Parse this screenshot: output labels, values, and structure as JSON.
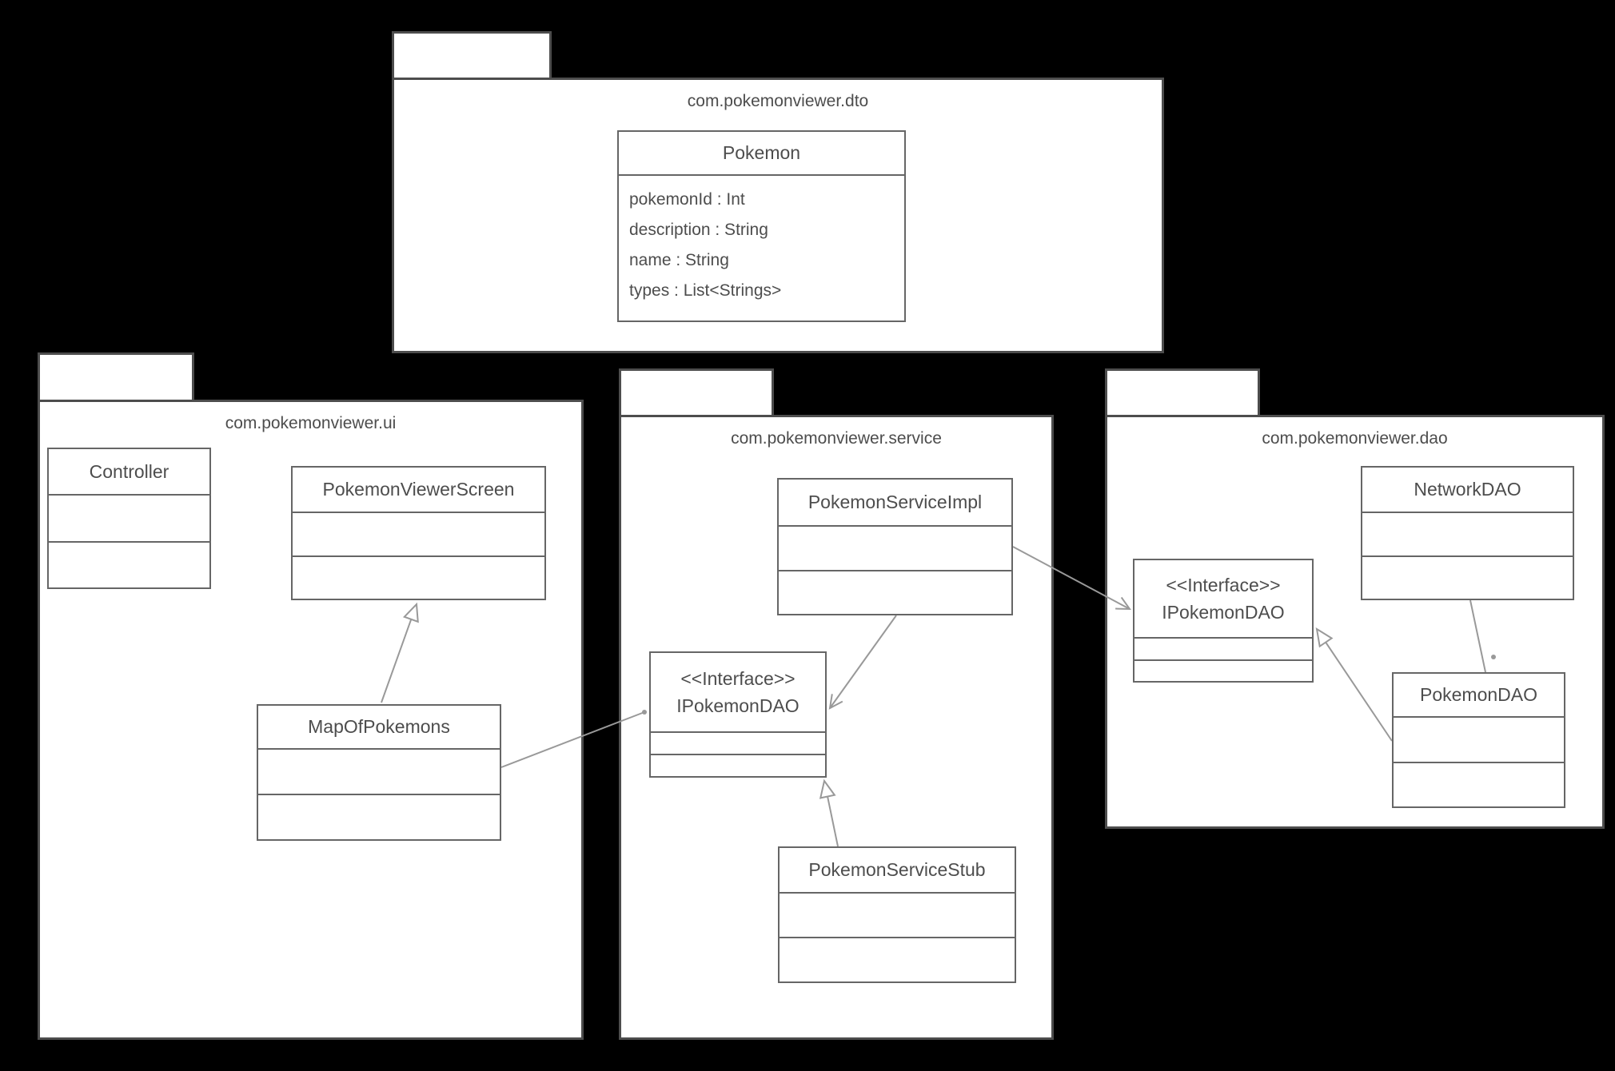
{
  "diagram": {
    "background_color": "#000000",
    "package_fill": "#ffffff",
    "package_border_color": "#4d4d4d",
    "class_border_color": "#666666",
    "text_color": "#4d4d4d",
    "connector_color": "#999999"
  },
  "packages": {
    "dto": {
      "label": "com.pokemonviewer.dto",
      "classes": {
        "pokemon": {
          "name": "Pokemon",
          "attributes": [
            "pokemonId : Int",
            "description : String",
            "name : String",
            "types : List<Strings>"
          ]
        }
      }
    },
    "ui": {
      "label": "com.pokemonviewer.ui",
      "classes": {
        "controller": {
          "name": "Controller"
        },
        "pokemonViewerScreen": {
          "name": "PokemonViewerScreen"
        },
        "mapOfPokemons": {
          "name": "MapOfPokemons"
        }
      }
    },
    "service": {
      "label": "com.pokemonviewer.service",
      "classes": {
        "pokemonServiceImpl": {
          "name": "PokemonServiceImpl"
        },
        "iPokemonDAO": {
          "stereotype": "<<Interface>>",
          "name": "IPokemonDAO"
        },
        "pokemonServiceStub": {
          "name": "PokemonServiceStub"
        }
      }
    },
    "dao": {
      "label": "com.pokemonviewer.dao",
      "classes": {
        "networkDAO": {
          "name": "NetworkDAO"
        },
        "iPokemonDAO": {
          "stereotype": "<<Interface>>",
          "name": "IPokemonDAO"
        },
        "pokemonDAO": {
          "name": "PokemonDAO"
        }
      }
    }
  },
  "relationships": [
    {
      "from": "MapOfPokemons",
      "to": "PokemonViewerScreen",
      "type": "generalization"
    },
    {
      "from": "MapOfPokemons",
      "to": "service.IPokemonDAO",
      "type": "association"
    },
    {
      "from": "PokemonServiceImpl",
      "to": "service.IPokemonDAO",
      "type": "dependency"
    },
    {
      "from": "PokemonServiceStub",
      "to": "service.IPokemonDAO",
      "type": "realization"
    },
    {
      "from": "PokemonServiceImpl",
      "to": "dao.IPokemonDAO",
      "type": "dependency"
    },
    {
      "from": "PokemonDAO",
      "to": "dao.IPokemonDAO",
      "type": "realization"
    },
    {
      "from": "NetworkDAO",
      "to": "PokemonDAO",
      "type": "association"
    }
  ]
}
